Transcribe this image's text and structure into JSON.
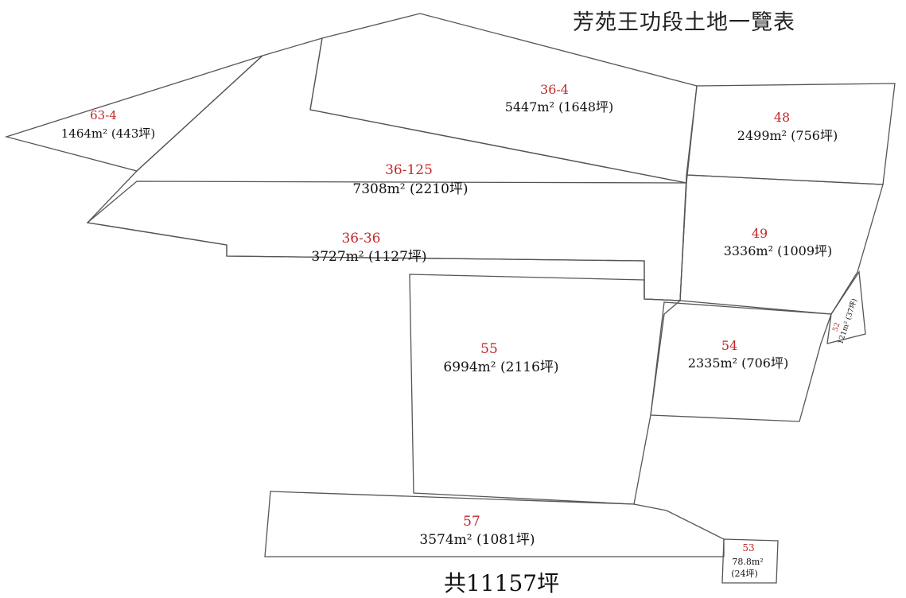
{
  "title": "芳苑王功段土地一覽表",
  "total": "共11157坪",
  "lots": [
    {
      "number": "63-4",
      "area": "1464m² (443坪)"
    },
    {
      "number": "36-4",
      "area": "5447m² (1648坪)"
    },
    {
      "number": "48",
      "area": "2499m² (756坪)"
    },
    {
      "number": "36-125",
      "area": "7308m² (2210坪)"
    },
    {
      "number": "49",
      "area": "3336m² (1009坪)"
    },
    {
      "number": "36-36",
      "area": "3727m² (1127坪)"
    },
    {
      "number": "55",
      "area": "6994m² (2116坪)"
    },
    {
      "number": "54",
      "area": "2335m² (706坪)"
    },
    {
      "number": "52",
      "area": "121m² (37坪)"
    },
    {
      "number": "57",
      "area": "3574m² (1081坪)"
    },
    {
      "number": "53",
      "area": "78.8m²",
      "area_line2": "(24坪)"
    }
  ],
  "colors": {
    "lot_number": "#c0292b",
    "text": "#111111",
    "boundary": "#555555"
  }
}
